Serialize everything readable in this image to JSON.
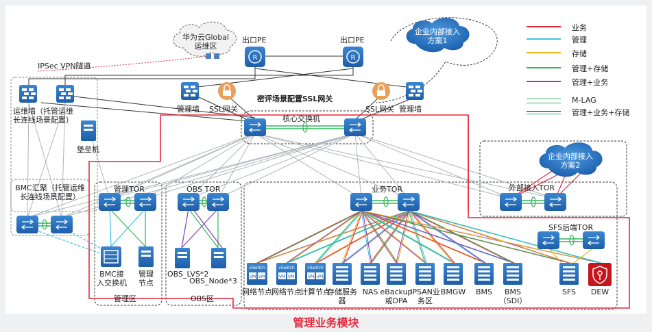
{
  "caption": "管理业务模块",
  "colors": {
    "business": "#e8273a",
    "management": "#3cc3e8",
    "storage": "#f5b322",
    "mgmt_storage": "#2fb65a",
    "mgmt_business": "#8a3fb8",
    "mlag": "#2fb65a",
    "all": "#222222",
    "device": "#2b6bb3"
  },
  "legend": [
    {
      "label": "业务",
      "color": "#e8273a"
    },
    {
      "label": "管理",
      "color": "#3cc3e8"
    },
    {
      "label": "存储",
      "color": "#f5b322"
    },
    {
      "label": "管理+存储",
      "color": "#2fb65a"
    },
    {
      "label": "管理+业务",
      "color": "#8a3fb8"
    },
    {
      "label": "M-LAG",
      "color": "#2fb65a"
    },
    {
      "label": "管理+业务+存储",
      "color": "#222222"
    }
  ],
  "clouds": {
    "huawei_cloud": "华为云Global运维区",
    "enterprise_1": "企业内部接入方案1",
    "enterprise_2": "企业内部接入方案2"
  },
  "labels": {
    "ipsec": "IPSec VPN隧道",
    "exit_pe": "出口PE",
    "ops_fw": "运维墙（托管运维长连线场景配置）",
    "bastion": "堡垒机",
    "mgmt_fw": "管理墙",
    "ssl_gw": "SSL网关",
    "ssl_note": "密评场景配置SSL网关",
    "core_switch": "核心交换机",
    "bmc_agg": "BMC汇聚（托管运维长连线场景配置）",
    "mgmt_tor": "管理TOR",
    "obs_tor": "OBS TOR",
    "biz_tor": "业务TOR",
    "ext_tor": "外部接入TOR",
    "sfs_tor": "SFS后端TOR",
    "bmc_switch": "BMC接入交换机",
    "mgmt_node": "管理节点",
    "obs_lvs": "OBS_LVS*2",
    "obs_node": "OBS_Node*3",
    "mgmt_zone": "管理区",
    "obs_zone": "OBS区",
    "vswitch": "vSwitch",
    "vm": "VM"
  },
  "biz_devices": [
    {
      "label": "网络节点",
      "icon": "vswitch"
    },
    {
      "label": "网络节点",
      "icon": "vswitch"
    },
    {
      "label": "计算节点",
      "icon": "vswitch"
    },
    {
      "label": "存储服务器",
      "icon": "server"
    },
    {
      "label": "NAS",
      "icon": "server"
    },
    {
      "label": "eBackup或DPA",
      "icon": "server"
    },
    {
      "label": "IPSAN业务区",
      "icon": "server"
    },
    {
      "label": "BMGW",
      "icon": "server"
    },
    {
      "label": "BMS",
      "icon": "server"
    },
    {
      "label": "BMS（SDI）",
      "icon": "server"
    },
    {
      "label": "SFS",
      "icon": "server"
    },
    {
      "label": "DEW",
      "icon": "dew"
    }
  ]
}
